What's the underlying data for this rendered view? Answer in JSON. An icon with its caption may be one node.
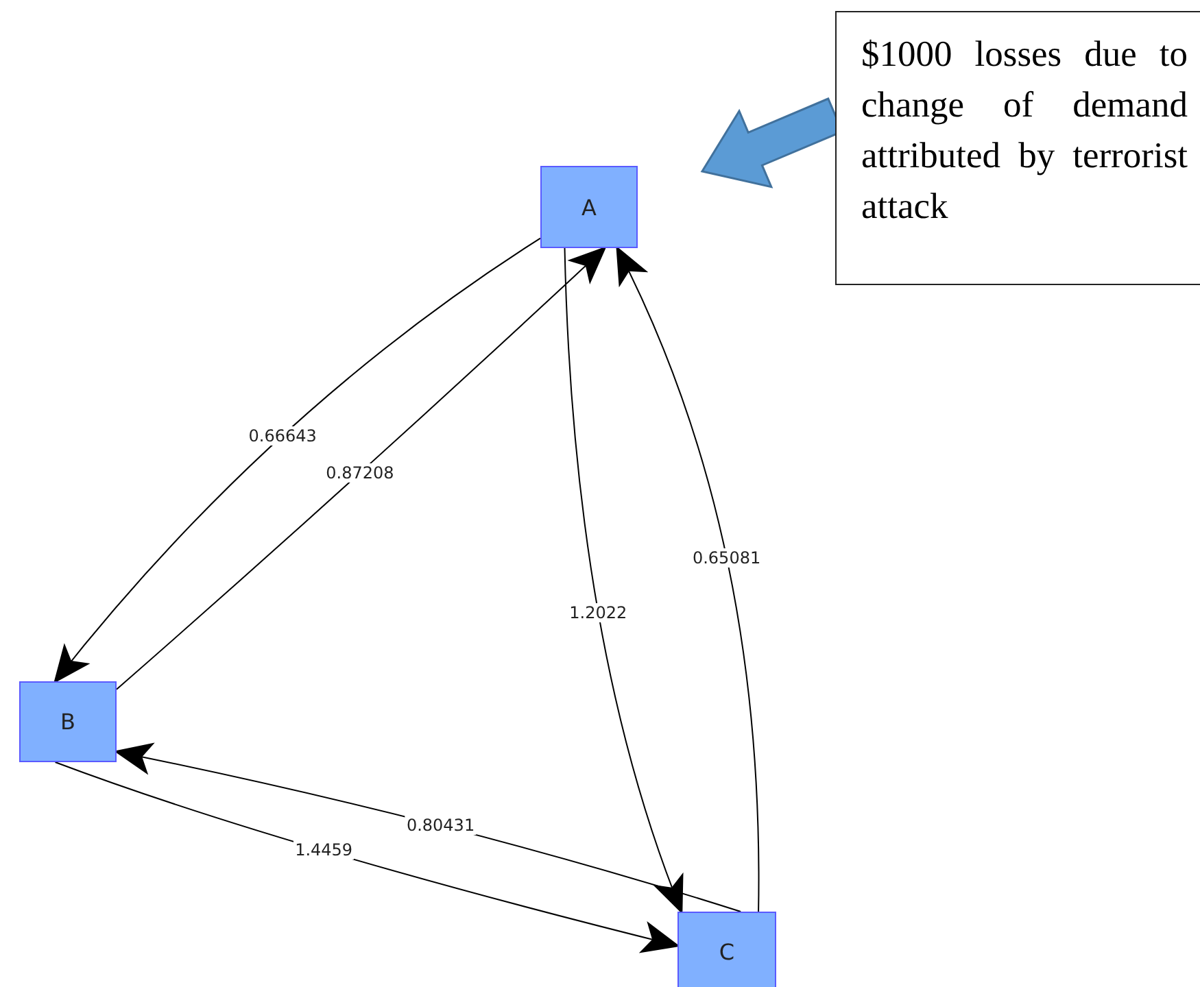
{
  "diagram": {
    "nodes": [
      {
        "text": [
          "A"
        ]
      },
      {
        "text": [
          "B"
        ]
      },
      {
        "text": [
          "C"
        ]
      },
      {
        "text": [
          "$1000 losses due to change of demand attributed by terrorist attack"
        ]
      }
    ],
    "edges": [
      {
        "from": 0,
        "to": 1,
        "arrow": "to",
        "label": "0.66643"
      },
      {
        "from": 1,
        "to": 0,
        "arrow": "to",
        "label": "0.87208"
      },
      {
        "from": 0,
        "to": 2,
        "arrow": "to",
        "label": "1.2022"
      },
      {
        "from": 2,
        "to": 0,
        "arrow": "to",
        "label": "0.65081"
      },
      {
        "from": 1,
        "to": 2,
        "arrow": "to",
        "label": "1.4459"
      },
      {
        "from": 2,
        "to": 1,
        "arrow": "to",
        "label": "0.80431"
      },
      {
        "from": 3,
        "to": null,
        "arrow": "to",
        "style": "thick",
        "color": "#5b9bd5"
      }
    ]
  }
}
